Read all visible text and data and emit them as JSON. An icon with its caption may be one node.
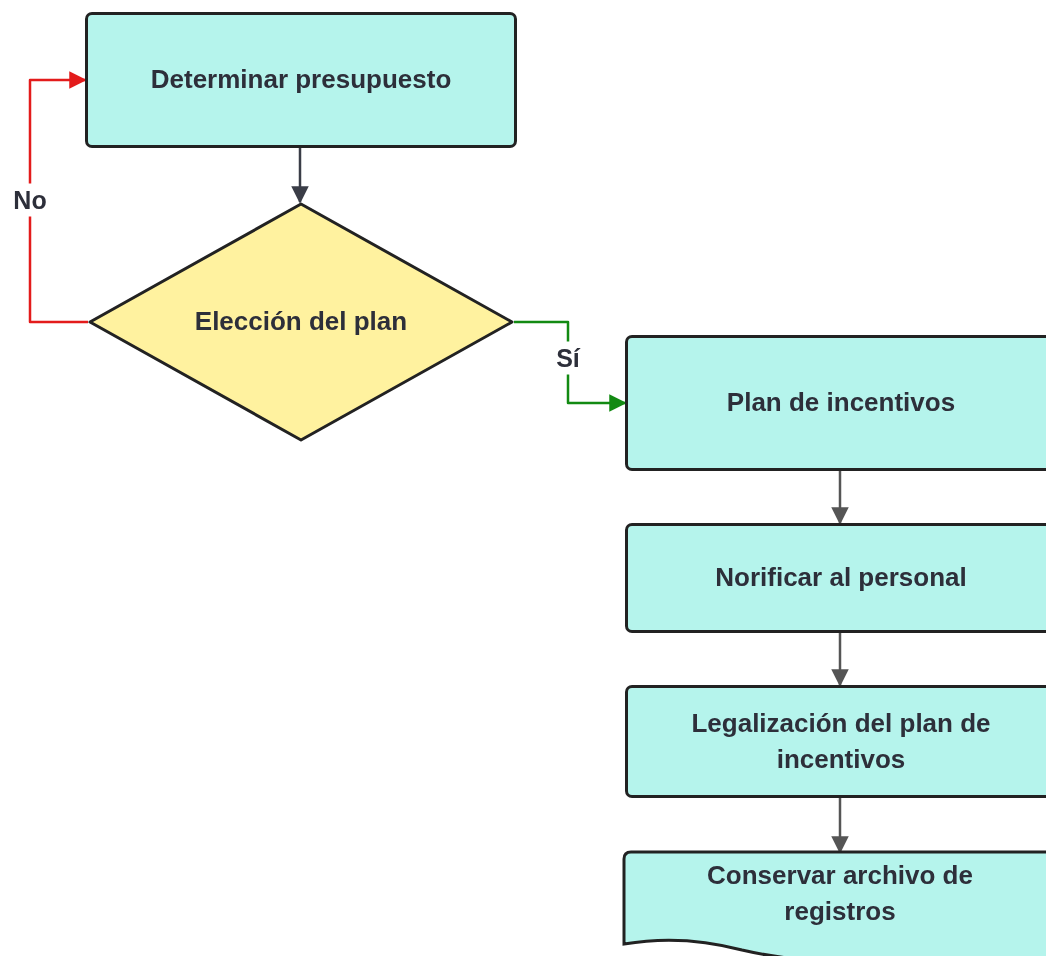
{
  "diagram": {
    "nodes": [
      {
        "text": [
          "Determinar presupuesto"
        ]
      },
      {
        "text": [
          "Elección del plan"
        ]
      },
      {
        "text": [
          "Plan de incentivos"
        ]
      },
      {
        "text": [
          "Norificar al personal"
        ]
      },
      {
        "text": [
          "Legalización del plan de incentivos"
        ]
      },
      {
        "text": [
          "Conservar archivo de registros"
        ]
      }
    ],
    "edges": [
      {
        "from": 0,
        "to": 1,
        "arrow": "to"
      },
      {
        "from": 1,
        "to": 0,
        "arrow": "to",
        "label": "No",
        "color": "#e31b1b"
      },
      {
        "from": 1,
        "to": 2,
        "arrow": "to",
        "label": "Sí",
        "color": "#128a12"
      },
      {
        "from": 2,
        "to": 3,
        "arrow": "to"
      },
      {
        "from": 3,
        "to": 4,
        "arrow": "to"
      },
      {
        "from": 4,
        "to": 5,
        "arrow": "to"
      }
    ]
  }
}
